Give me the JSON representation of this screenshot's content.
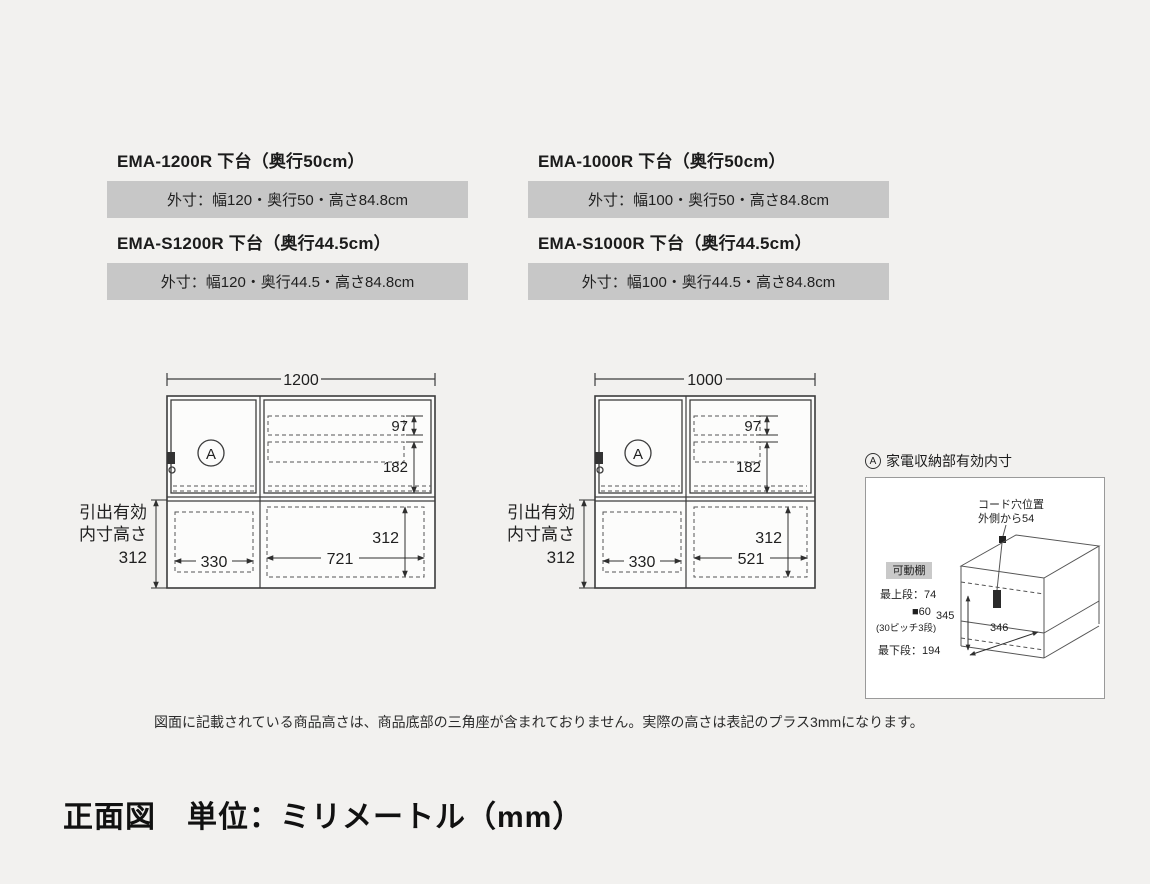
{
  "page": {
    "note": "図面に記載されている商品高さは、商品底部の三角座が含まれておりません。実際の高さは表記のプラス3mmになります。",
    "main_title": "正面図　単位：ミリメートル（mm）"
  },
  "products": [
    {
      "name": "EMA-1200R 下台（奥行50cm）",
      "spec": "外寸：幅120・奥行50・高さ84.8cm"
    },
    {
      "name": "EMA-1000R 下台（奥行50cm）",
      "spec": "外寸：幅100・奥行50・高さ84.8cm"
    },
    {
      "name": "EMA-S1200R 下台（奥行44.5cm）",
      "spec": "外寸：幅120・奥行44.5・高さ84.8cm"
    },
    {
      "name": "EMA-S1000R 下台（奥行44.5cm）",
      "spec": "外寸：幅100・奥行44.5・高さ84.8cm"
    }
  ],
  "diagram_left": {
    "width_label": "1200",
    "marker_label": "A",
    "dim_shelf_upper": "97",
    "dim_shelf_lower": "182",
    "dim_drawer_height": "312",
    "dim_drawer_left": "330",
    "dim_drawer_right": "721",
    "side_line1": "引出有効",
    "side_line2": "内寸高さ",
    "side_line3": "312"
  },
  "diagram_right": {
    "width_label": "1000",
    "marker_label": "A",
    "dim_shelf_upper": "97",
    "dim_shelf_lower": "182",
    "dim_drawer_height": "312",
    "dim_drawer_left": "330",
    "dim_drawer_right": "521",
    "side_line1": "引出有効",
    "side_line2": "内寸高さ",
    "side_line3": "312"
  },
  "detail": {
    "marker_label": "A",
    "title": "家電収納部有効内寸",
    "cord_line1": "コード穴位置",
    "cord_line2": "外側から54",
    "shelf_label": "可動棚",
    "top_shelf": "最上段：74",
    "pitch_main": "■60",
    "pitch_note": "(30ピッチ3段)",
    "dim_height": "345",
    "dim_depth": "346",
    "bottom_shelf": "最下段：194"
  }
}
